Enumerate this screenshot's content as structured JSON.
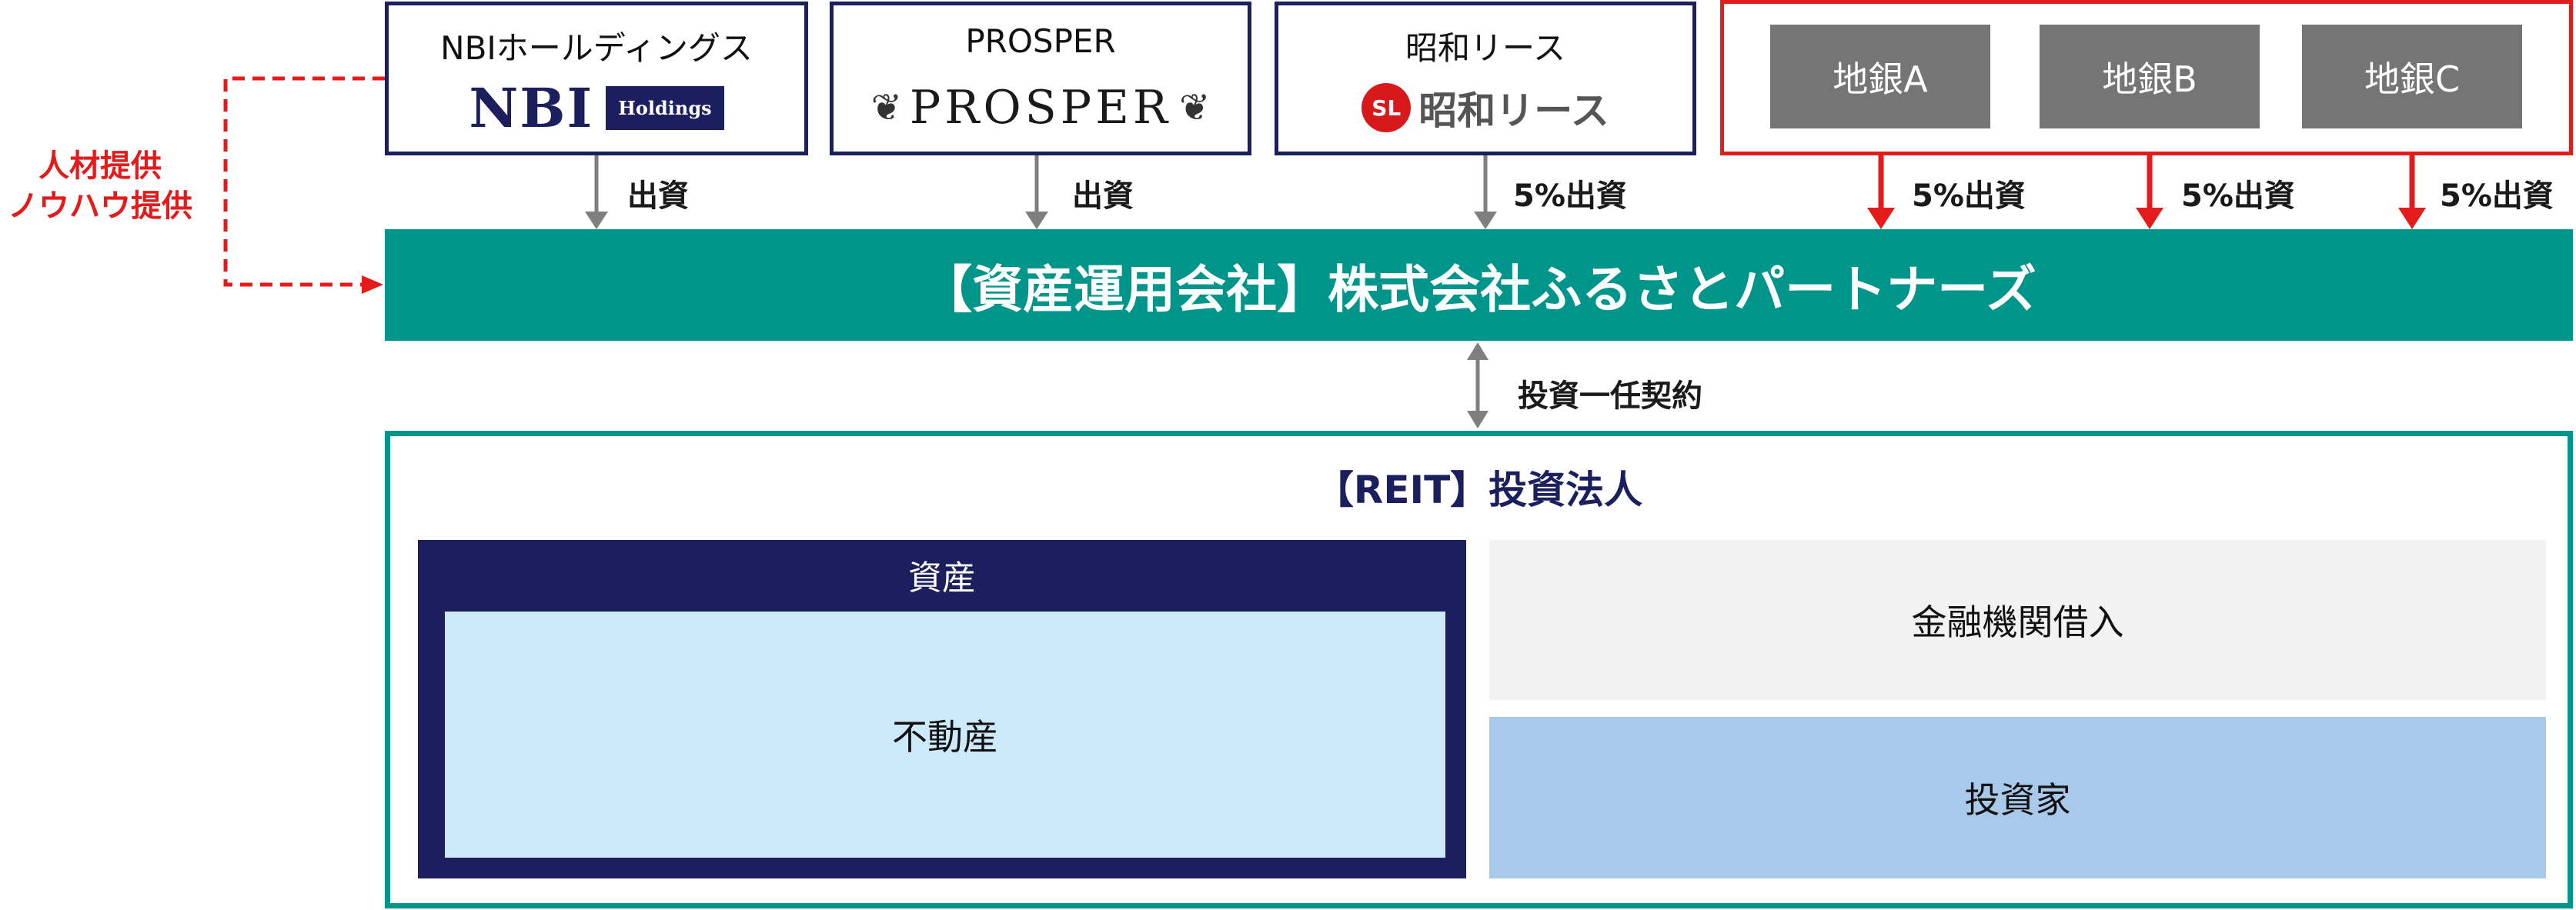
{
  "shareholders": [
    {
      "name": "NBIホールディングス",
      "logo_main": "NBI",
      "logo_tag": "Holdings",
      "invest_label": "出資"
    },
    {
      "name": "PROSPER",
      "logo_main": "PROSPER",
      "invest_label": "出資"
    },
    {
      "name": "昭和リース",
      "logo_mark": "SL",
      "logo_main": "昭和リース",
      "invest_label": "5%出資"
    }
  ],
  "banks": [
    {
      "name": "地銀A",
      "invest_label": "5%出資"
    },
    {
      "name": "地銀B",
      "invest_label": "5%出資"
    },
    {
      "name": "地銀C",
      "invest_label": "5%出資"
    }
  ],
  "support_label": [
    "人材提供",
    "ノウハウ提供"
  ],
  "asset_manager": "【資産運用会社】株式会社ふるさとパートナーズ",
  "contract_label": "投資一任契約",
  "reit": {
    "title": "【REIT】投資法人",
    "assets_title": "資産",
    "assets_content": "不動産",
    "loan": "金融機関借入",
    "investors": "投資家"
  },
  "colors": {
    "navy": "#1b1f5e",
    "teal": "#00958a",
    "red": "#e31b1b",
    "gray_box": "#757575",
    "light_blue": "#cdeafb",
    "mid_blue": "#a9c9ea"
  }
}
